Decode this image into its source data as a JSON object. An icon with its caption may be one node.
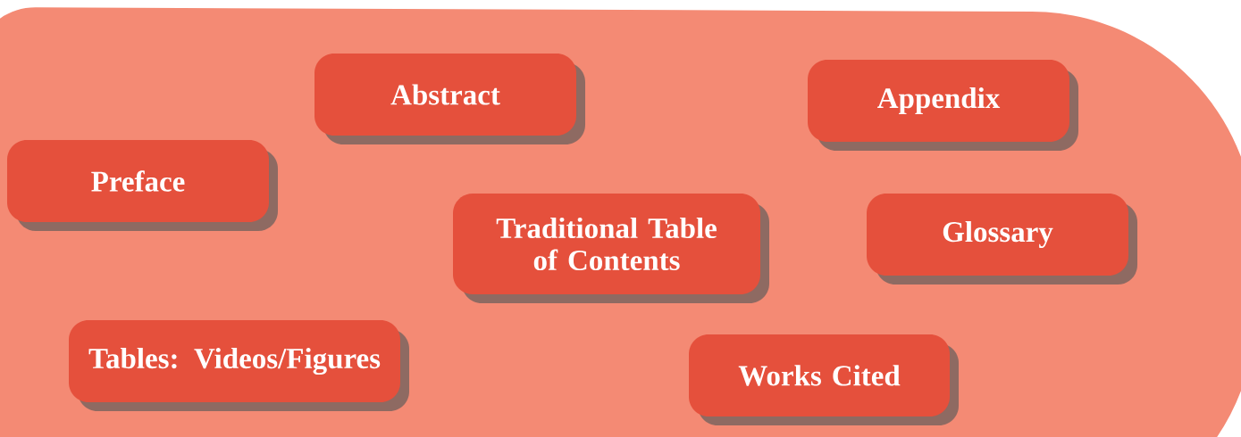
{
  "diagram": {
    "nodes": [
      {
        "text": [
          "Abstract"
        ]
      },
      {
        "text": [
          "Appendix"
        ]
      },
      {
        "text": [
          "Preface"
        ]
      },
      {
        "text": [
          "Traditional Table of Contents"
        ]
      },
      {
        "text": [
          "Glossary"
        ]
      },
      {
        "text": [
          "Tables: Videos/Figures"
        ]
      },
      {
        "text": [
          "Works Cited"
        ]
      }
    ]
  }
}
